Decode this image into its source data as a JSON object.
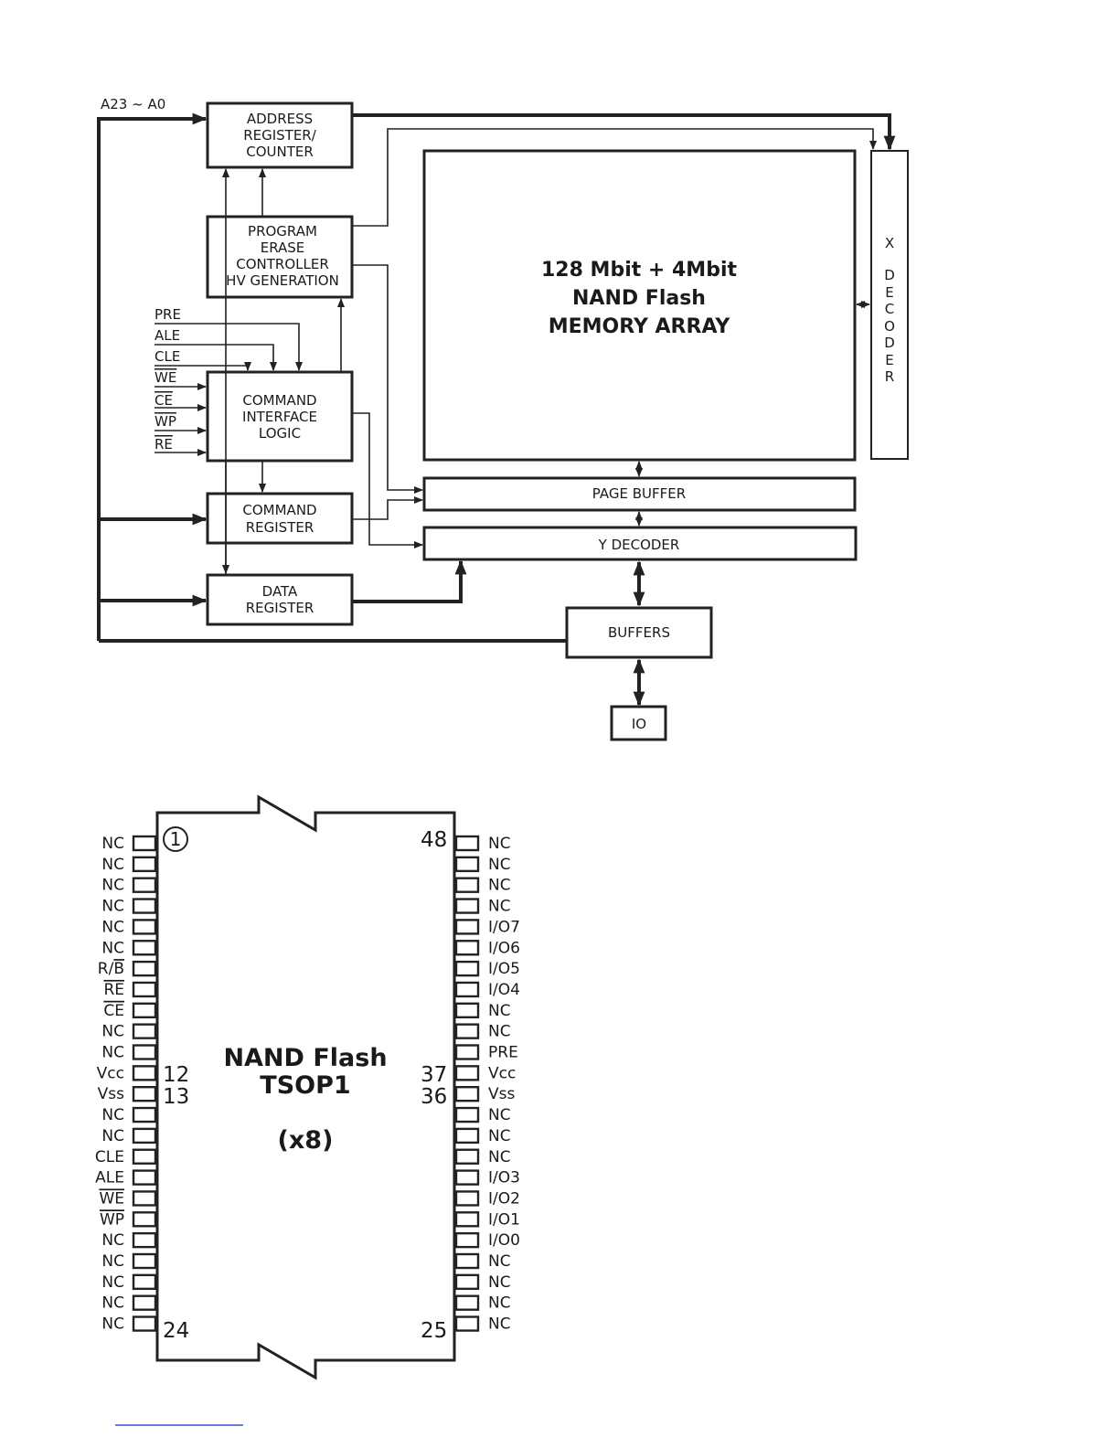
{
  "block_diagram": {
    "address_input_label": "A23 ~ A0",
    "blocks": {
      "address_register": [
        "ADDRESS",
        "REGISTER/",
        "COUNTER"
      ],
      "program_erase": [
        "PROGRAM",
        "ERASE",
        "CONTROLLER",
        "HV GENERATION"
      ],
      "command_interface": [
        "COMMAND",
        "INTERFACE",
        "LOGIC"
      ],
      "command_register": [
        "COMMAND",
        "REGISTER"
      ],
      "data_register": [
        "DATA",
        "REGISTER"
      ],
      "memory_array": [
        "128 Mbit + 4Mbit",
        "NAND Flash",
        "MEMORY ARRAY"
      ],
      "x_decoder": [
        "X",
        "D",
        "E",
        "C",
        "O",
        "D",
        "E",
        "R"
      ],
      "page_buffer": "PAGE BUFFER",
      "y_decoder": "Y DECODER",
      "buffers": "BUFFERS",
      "io": "IO"
    },
    "control_signals": [
      {
        "label": "PRE",
        "overline": false
      },
      {
        "label": "ALE",
        "overline": false
      },
      {
        "label": "CLE",
        "overline": false
      },
      {
        "label": "WE",
        "overline": true
      },
      {
        "label": "CE",
        "overline": true
      },
      {
        "label": "WP",
        "overline": true
      },
      {
        "label": "RE",
        "overline": true
      }
    ]
  },
  "pinout": {
    "title": [
      "NAND Flash",
      "TSOP1",
      "(x8)"
    ],
    "corner_numbers": {
      "pin1": "1",
      "pin12": "12",
      "pin13": "13",
      "pin24": "24",
      "pin25": "25",
      "pin36": "36",
      "pin37": "37",
      "pin48": "48"
    },
    "left_pins": [
      {
        "label": "NC"
      },
      {
        "label": "NC"
      },
      {
        "label": "NC"
      },
      {
        "label": "NC"
      },
      {
        "label": "NC"
      },
      {
        "label": "NC"
      },
      {
        "label": "R/B",
        "overline_part": "B"
      },
      {
        "label": "RE",
        "overline_part": "RE"
      },
      {
        "label": "CE",
        "overline_part": "CE"
      },
      {
        "label": "NC"
      },
      {
        "label": "NC"
      },
      {
        "label": "Vcc"
      },
      {
        "label": "Vss"
      },
      {
        "label": "NC"
      },
      {
        "label": "NC"
      },
      {
        "label": "CLE"
      },
      {
        "label": "ALE"
      },
      {
        "label": "WE",
        "overline_part": "WE"
      },
      {
        "label": "WP",
        "overline_part": "WP"
      },
      {
        "label": "NC"
      },
      {
        "label": "NC"
      },
      {
        "label": "NC"
      },
      {
        "label": "NC"
      },
      {
        "label": "NC"
      }
    ],
    "right_pins": [
      "NC",
      "NC",
      "NC",
      "NC",
      "I/O7",
      "I/O6",
      "I/O5",
      "I/O4",
      "NC",
      "NC",
      "PRE",
      "Vcc",
      "Vss",
      "NC",
      "NC",
      "NC",
      "I/O3",
      "I/O2",
      "I/O1",
      "I/O0",
      "NC",
      "NC",
      "NC",
      "NC"
    ]
  },
  "colors": {
    "ink": "#222222",
    "footer_link": "#3355cc"
  }
}
